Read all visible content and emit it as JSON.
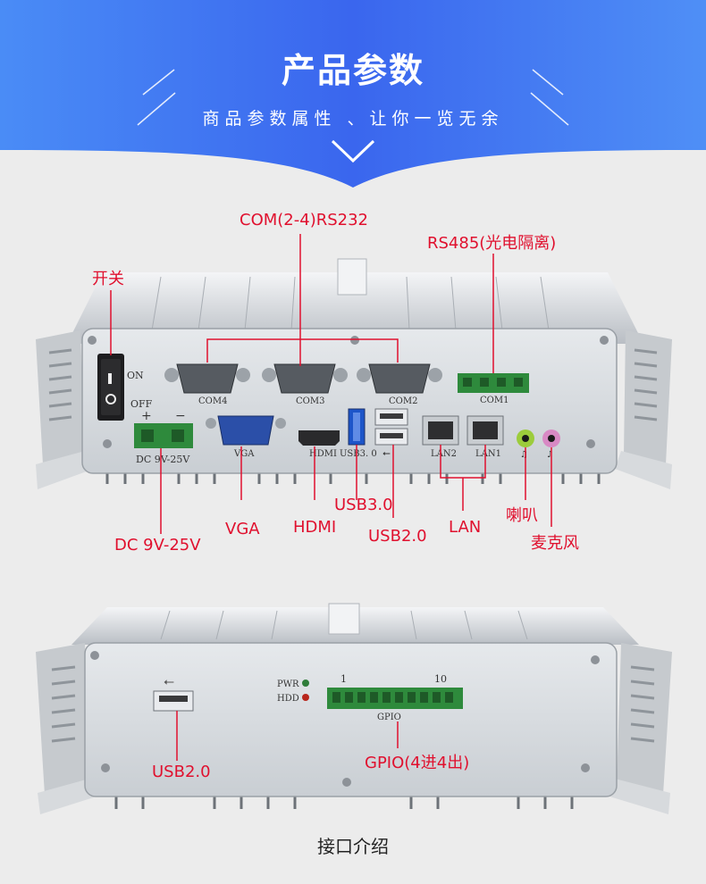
{
  "header": {
    "title": "产品参数",
    "subtitle": "商品参数属性 、让你一览无余"
  },
  "panel1": {
    "labels": {
      "power_switch": "开关",
      "com_2_4": "COM(2-4)RS232",
      "rs485": "RS485(光电隔离)",
      "dc": "DC 9V-25V",
      "vga": "VGA",
      "hdmi": "HDMI",
      "usb3": "USB3.0",
      "usb2": "USB2.0",
      "lan": "LAN",
      "speaker": "喇叭",
      "mic": "麦克风"
    },
    "silkscreen": {
      "on": "ON",
      "off": "OFF",
      "plus": "+",
      "minus": "−",
      "dc": "DC 9V-25V",
      "com4": "COM4",
      "com3": "COM3",
      "com2": "COM2",
      "com1": "COM1",
      "vga": "VGA",
      "hdmi": "HDMI",
      "usb3": "USB3. 0",
      "lan2": "LAN2",
      "lan1": "LAN1"
    }
  },
  "panel2": {
    "labels": {
      "usb2": "USB2.0",
      "gpio": "GPIO(4进4出)"
    },
    "silkscreen": {
      "pwr": "PWR",
      "hdd": "HDD",
      "pin1": "1",
      "pin10": "10",
      "gpio": "GPIO"
    }
  },
  "caption": "接口介绍",
  "colors": {
    "accent": "#e0102e",
    "header_blue": "#2f6cf0",
    "panel": "#d6dadf"
  }
}
